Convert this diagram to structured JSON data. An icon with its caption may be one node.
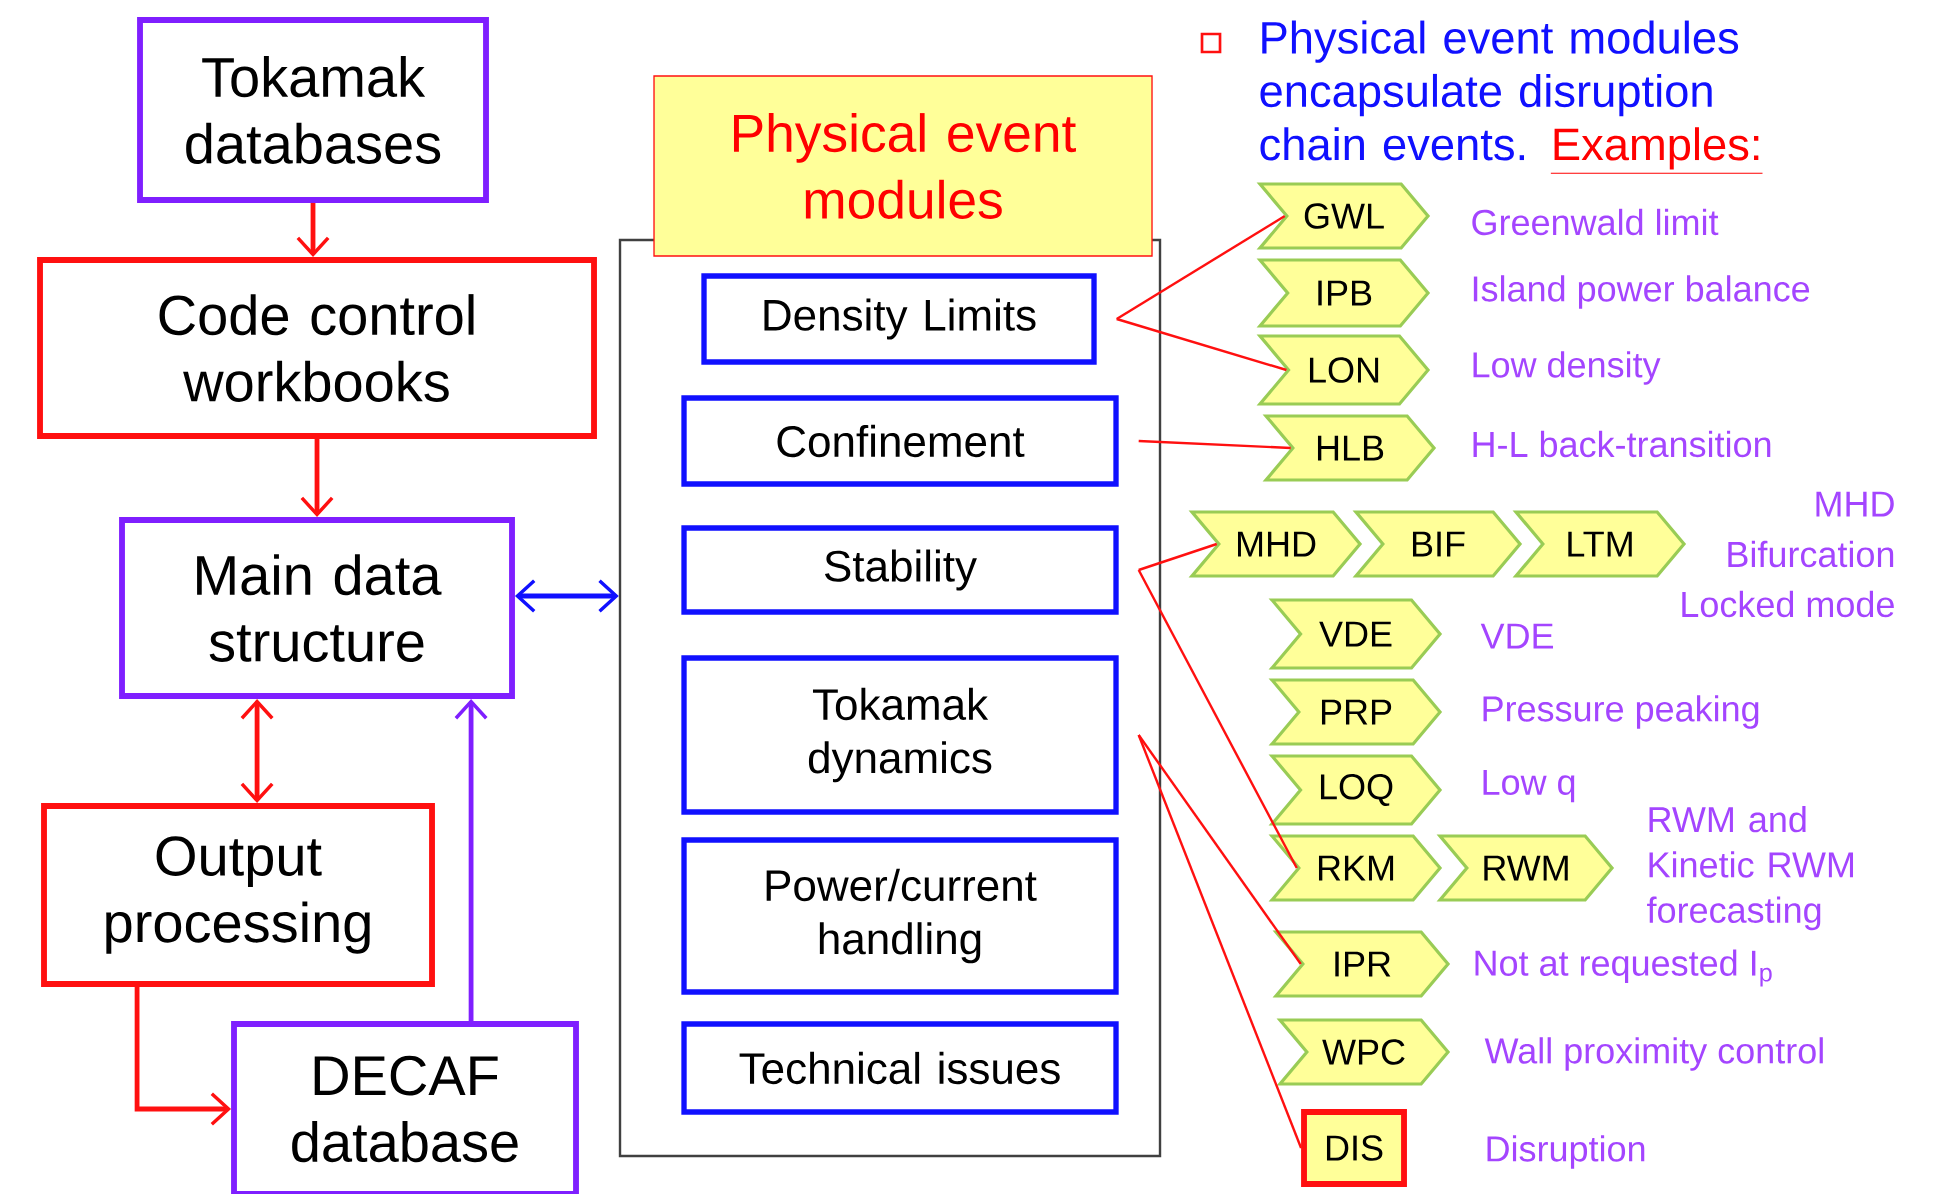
{
  "diagram": {
    "nodes": [
      {
        "text": [
          "Tokamak databases"
        ]
      },
      {
        "text": [
          "Code control workbooks"
        ]
      },
      {
        "text": [
          "Main data structure"
        ]
      },
      {
        "text": [
          "Output processing"
        ]
      },
      {
        "text": [
          "DECAF database"
        ]
      },
      {
        "text": [
          "Physical event modules"
        ]
      },
      {
        "text": [
          "Density Limits"
        ],
        "in": 5
      },
      {
        "text": [
          "Confinement"
        ],
        "in": 5
      },
      {
        "text": [
          "Stability"
        ],
        "in": 5
      },
      {
        "text": [
          "Tokamak dynamics"
        ],
        "in": 5
      },
      {
        "text": [
          "Power/current handling"
        ],
        "in": 5
      },
      {
        "text": [
          "Technical issues"
        ],
        "in": 5
      },
      {
        "text": [
          "GWL"
        ],
        "beside": [
          "Greenwald limit"
        ]
      },
      {
        "text": [
          "IPB"
        ],
        "beside": [
          "Island power balance"
        ]
      },
      {
        "text": [
          "LON"
        ],
        "beside": [
          "Low density"
        ]
      },
      {
        "text": [
          "HLB"
        ],
        "beside": [
          "H-L back-transition"
        ]
      },
      {
        "text": [
          "MHD"
        ]
      },
      {
        "text": [
          "BIF"
        ]
      },
      {
        "text": [
          "LTM"
        ]
      },
      {
        "text": [
          "VDE"
        ],
        "beside": [
          "VDE"
        ]
      },
      {
        "text": [
          "PRP"
        ],
        "beside": [
          "Pressure peaking"
        ]
      },
      {
        "text": [
          "LOQ"
        ],
        "beside": [
          "Low q"
        ]
      },
      {
        "text": [
          "RKM"
        ]
      },
      {
        "text": [
          "RWM"
        ],
        "beside": [
          "RWM and Kinetic RWM forecasting"
        ]
      },
      {
        "text": [
          "IPR"
        ],
        "beside": [
          "Not at requested I$_{p}$"
        ]
      },
      {
        "text": [
          "WPC"
        ],
        "beside": [
          "Wall proximity control"
        ]
      },
      {
        "text": [
          "DIS"
        ],
        "beside": [
          "Disruption"
        ]
      }
    ],
    "edges": [
      {
        "from": 0,
        "to": 1,
        "arrow": "to"
      },
      {
        "from": 1,
        "to": 2,
        "arrow": "to"
      },
      {
        "from": 2,
        "to": 3,
        "arrow": "both"
      },
      {
        "from": 3,
        "to": 4,
        "arrow": "to"
      },
      {
        "from": 4,
        "to": 2,
        "arrow": "to",
        "color": "#7f1fff"
      },
      {
        "from": 2,
        "to": 5,
        "arrow": "both",
        "color": "#1010ff"
      },
      {
        "from": 6,
        "to": 12,
        "arrow": "none"
      },
      {
        "from": 6,
        "to": 14,
        "arrow": "none"
      },
      {
        "from": 7,
        "to": 15,
        "arrow": "none"
      },
      {
        "from": 8,
        "to": 16,
        "arrow": "none"
      },
      {
        "from": 8,
        "to": 22,
        "arrow": "none"
      },
      {
        "from": 9,
        "to": 24,
        "arrow": "none"
      },
      {
        "from": 9,
        "to": 26,
        "arrow": "none"
      }
    ],
    "labels": [
      "Physical event modules encapsulate disruption chain events.",
      "Examples:",
      "MHD",
      "Bifurcation",
      "Locked mode"
    ]
  }
}
